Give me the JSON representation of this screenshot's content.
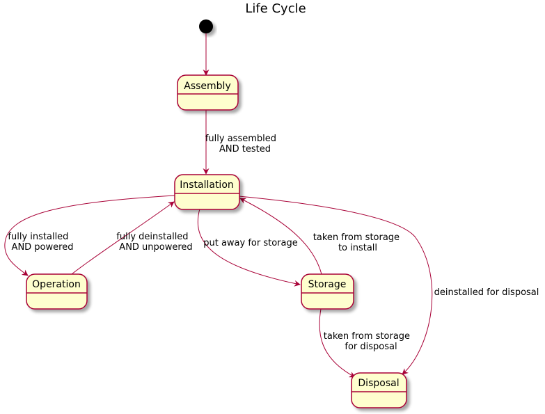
{
  "diagram": {
    "title": "Life Cycle",
    "states": {
      "assembly": "Assembly",
      "installation": "Installation",
      "operation": "Operation",
      "storage": "Storage",
      "disposal": "Disposal"
    },
    "transitions": {
      "assembly_to_installation": [
        "fully assembled",
        "AND tested"
      ],
      "installation_to_operation": [
        "fully installed",
        "AND powered"
      ],
      "operation_to_installation": [
        "fully deinstalled",
        "AND unpowered"
      ],
      "installation_to_storage": [
        "put away for storage"
      ],
      "storage_to_installation": [
        "taken from storage",
        "to install"
      ],
      "installation_to_disposal": [
        "deinstalled for disposal"
      ],
      "storage_to_disposal": [
        "taken from storage",
        "for disposal"
      ]
    },
    "colors": {
      "state_fill": "#FEFECE",
      "border": "#A80036",
      "initial": "#000000"
    }
  }
}
